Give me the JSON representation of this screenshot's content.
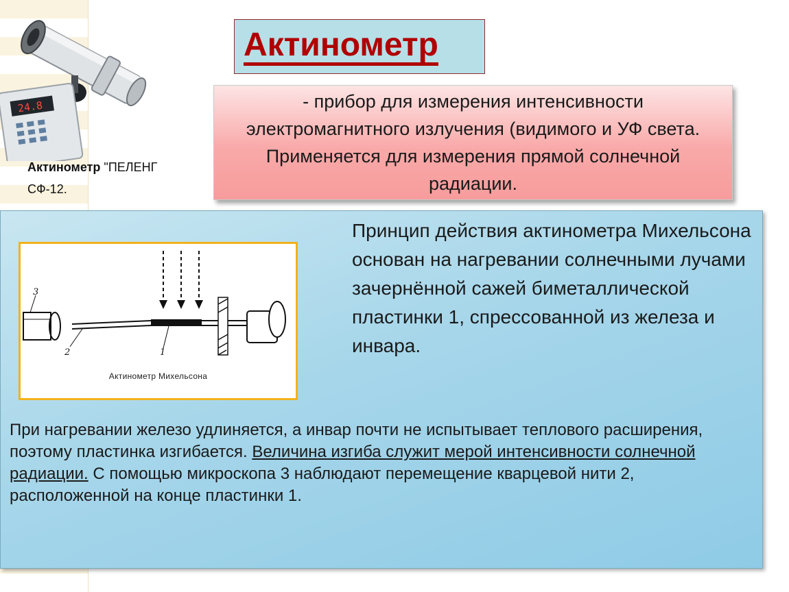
{
  "title": "Актинометр",
  "definition": "- прибор для измерения интенсивности электромагнитного излучения (видимого и УФ света. Применяется для измерения прямой солнечной радиации.",
  "device_caption": {
    "name_bold": "Актинометр",
    "name_rest": " \"ПЕЛЕНГ СФ-12."
  },
  "display_reading": "24.8",
  "principle": "Принцип действия актинометра Михельсона основан на нагревании солнечными лучами зачернённой сажей биметаллической пластинки 1, спрессованной из железа и инвара.",
  "diagram": {
    "caption": "Актинометр Михельсона",
    "label_microscope": "3",
    "label_thread": "2",
    "label_plate": "1"
  },
  "detail": {
    "part1": "При нагревании железо удлиняется, а инвар почти не испытывает теплового расширения, поэтому пластинка изгибается. ",
    "underlined": "Величина изгиба служит мерой интенсивности солнечной радиации.",
    "part2": " С помощью микроскопа 3 наблюдают перемещение кварцевой нити 2, расположенной на конце пластинки 1."
  },
  "colors": {
    "title_red": "#b00000",
    "title_bg": "#b6dfe7",
    "definition_bg": "#f9a9a9",
    "panel_bg": "#a6d6ea",
    "diagram_border": "#f2b21c"
  }
}
